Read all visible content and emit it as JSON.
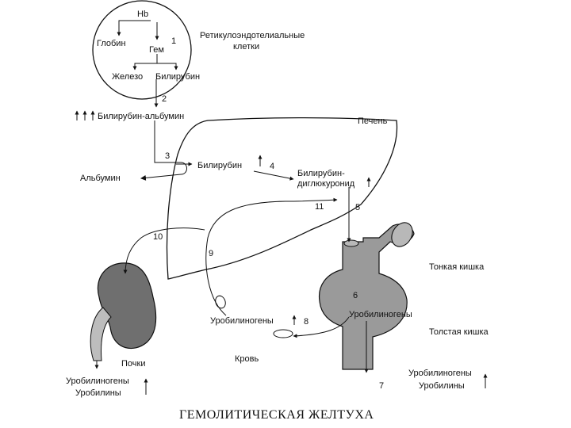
{
  "labels": {
    "hb": "Hb",
    "globin": "Глобин",
    "gem": "Гем",
    "iron": "Железо",
    "bilirubin_top": "Билирубин",
    "res_cells_1": "Ретикулоэндотелиальные",
    "res_cells_2": "клетки",
    "bilirubin_albumin": "Билирубин-альбумин",
    "liver": "Печень",
    "albumin": "Альбумин",
    "bilirubin_liver": "Билирубин",
    "bilirubin_glucuronide_1": "Билирубин-",
    "bilirubin_glucuronide_2": "диглюкуронид",
    "small_intestine": "Тонкая кишка",
    "urobilinogens_colon": "Уробилиногены",
    "large_intestine": "Толстая кишка",
    "urobilinogens_blood": "Уробилиногены",
    "blood": "Кровь",
    "kidneys": "Почки",
    "urine_urobilinogens": "Уробилиногены",
    "urine_urobilins": "Уробилины",
    "stool_urobilinogens": "Уробилиногены",
    "stool_urobilins": "Уробилины",
    "title": "ГЕМОЛИТИЧЕСКАЯ ЖЕЛТУХА"
  },
  "steps": {
    "s1": "1",
    "s2": "2",
    "s3": "3",
    "s4": "4",
    "s5": "5",
    "s6": "6",
    "s7": "7",
    "s8": "8",
    "s9": "9",
    "s10": "10",
    "s11": "11"
  },
  "colors": {
    "ink": "#111111",
    "organ_fill": "#9a9a9a",
    "kidney_fill": "#6f6f6f",
    "background": "#ffffff"
  },
  "icons": [
    "increase-arrow-icon"
  ]
}
